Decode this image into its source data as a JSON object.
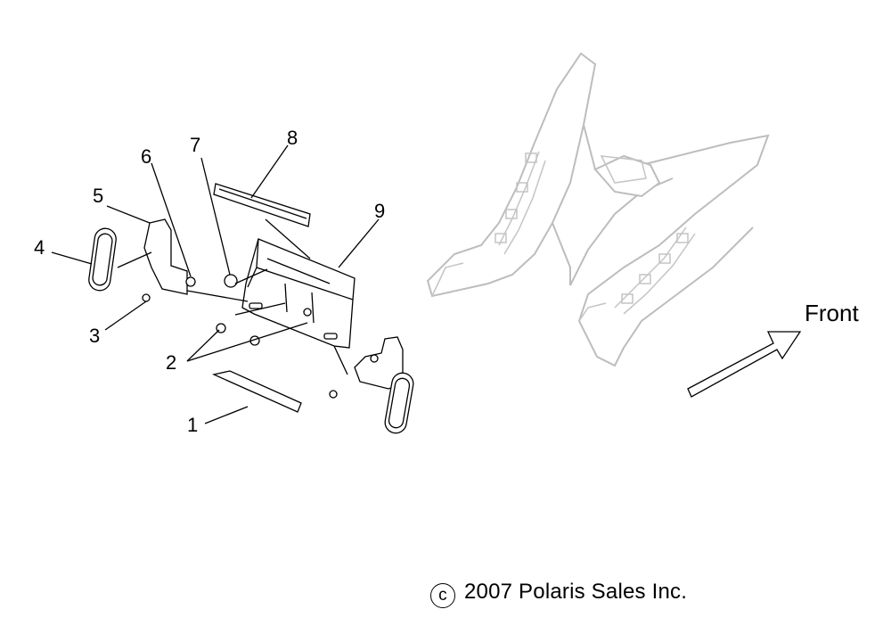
{
  "callouts": [
    {
      "id": "1",
      "label": "1"
    },
    {
      "id": "2",
      "label": "2"
    },
    {
      "id": "3",
      "label": "3"
    },
    {
      "id": "4",
      "label": "4"
    },
    {
      "id": "5",
      "label": "5"
    },
    {
      "id": "6",
      "label": "6"
    },
    {
      "id": "7",
      "label": "7"
    },
    {
      "id": "8",
      "label": "8"
    },
    {
      "id": "9",
      "label": "9"
    }
  ],
  "orientation": {
    "label": "Front",
    "icon": "arrow-icon"
  },
  "copyright": {
    "symbol": "c",
    "text": "2007 Polaris Sales Inc."
  },
  "colors": {
    "line": "#000000",
    "ghost": "#bdbdbd",
    "background": "#ffffff"
  }
}
